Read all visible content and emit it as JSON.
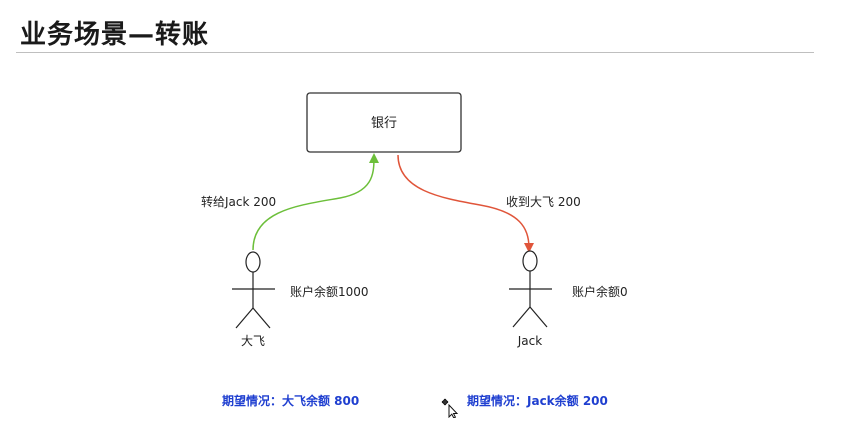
{
  "page": {
    "title": "业务场景—转账"
  },
  "diagram": {
    "bank": {
      "label": "银行"
    },
    "actors": [
      {
        "name": "大飞",
        "balance_label": "账户余额1000"
      },
      {
        "name": "Jack",
        "balance_label": "账户余额0"
      }
    ],
    "edges": [
      {
        "label": "转给Jack 200",
        "color": "#6cbf3a"
      },
      {
        "label": "收到大飞 200",
        "color": "#e0553a"
      }
    ]
  },
  "notes": [
    {
      "text": "期望情况：大飞余额 800"
    },
    {
      "text": "期望情况：Jack余额 200"
    }
  ],
  "colors": {
    "note_text": "#1f3fd0",
    "green_arrow": "#6cbf3a",
    "red_arrow": "#e0553a"
  }
}
